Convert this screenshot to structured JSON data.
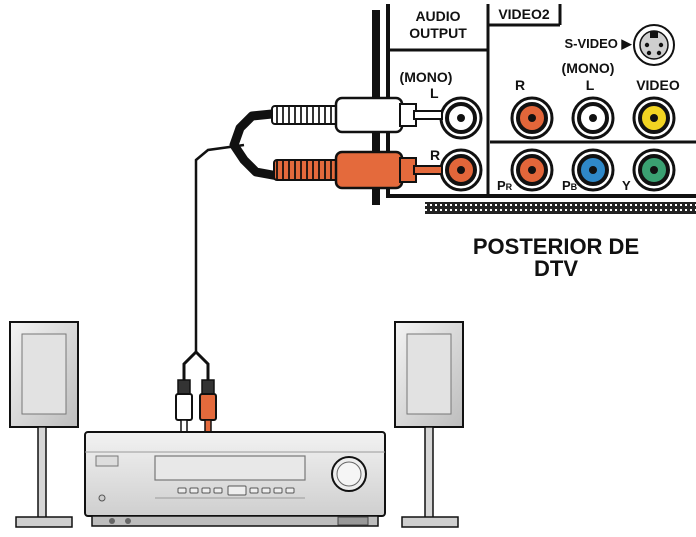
{
  "tv_panel": {
    "audio_output_line1": "AUDIO",
    "audio_output_line2": "OUTPUT",
    "mono_label": "(MONO)",
    "l_label": "L",
    "r_label": "R",
    "video2_label": "VIDEO2",
    "svideo_label": "S-VIDEO ▶",
    "col_r_label": "R",
    "col_mono_label": "(MONO)",
    "col_l_label": "L",
    "col_video_label": "VIDEO",
    "pr_label": "P",
    "pr_sub": "R",
    "pb_label": "P",
    "pb_sub": "B",
    "y_label": "Y"
  },
  "caption": {
    "line1": "POSTERIOR DE",
    "line2": "DTV"
  },
  "colors": {
    "red_jack": "#e2663a",
    "white_jack": "#ffffff",
    "yellow_jack": "#f2d422",
    "blue_jack": "#2f88c8",
    "green_jack": "#3aa071",
    "red_plug": "#e46a3c"
  }
}
